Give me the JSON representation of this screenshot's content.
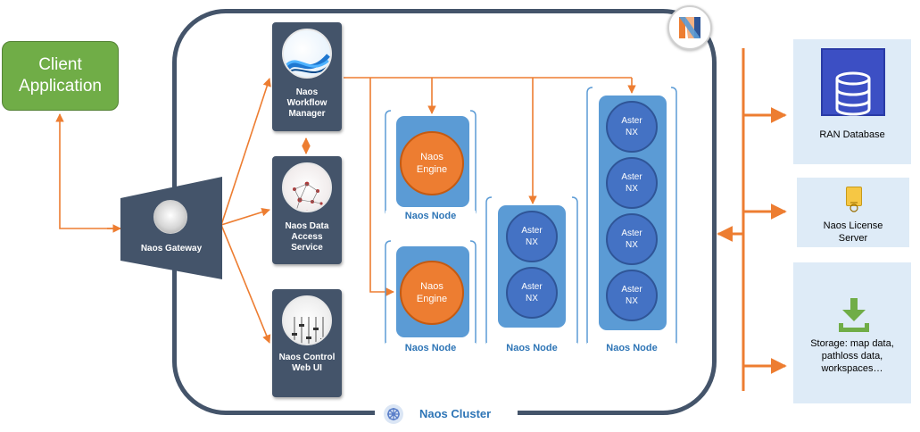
{
  "client": {
    "label": "Client\nApplication"
  },
  "gateway": {
    "label": "Naos Gateway"
  },
  "services": {
    "workflow": "Naos\nWorkflow\nManager",
    "data_access": "Naos Data\nAccess\nService",
    "control_ui": "Naos Control\nWeb UI"
  },
  "cluster": {
    "label": "Naos Cluster",
    "logo_letter": "N"
  },
  "node_label": "Naos Node",
  "engine_label": "Naos\nEngine",
  "aster_label": "Aster\nNX",
  "external": {
    "ran_db": "RAN Database",
    "license": "Naos License\nServer",
    "storage": "Storage: map data,\npathloss data,\nworkspaces…"
  },
  "colors": {
    "arrow": "#ed7d31",
    "cluster_border": "#44546a",
    "service_box": "#44546a",
    "node_card": "#5b9bd5",
    "node_bracket": "#5b9bd5",
    "engine": "#ed7d31",
    "aster": "#4472c4",
    "client": "#70ad47",
    "external_box": "#deebf7",
    "ran_icon": "#3c4fc4",
    "download_icon": "#70ad47"
  }
}
